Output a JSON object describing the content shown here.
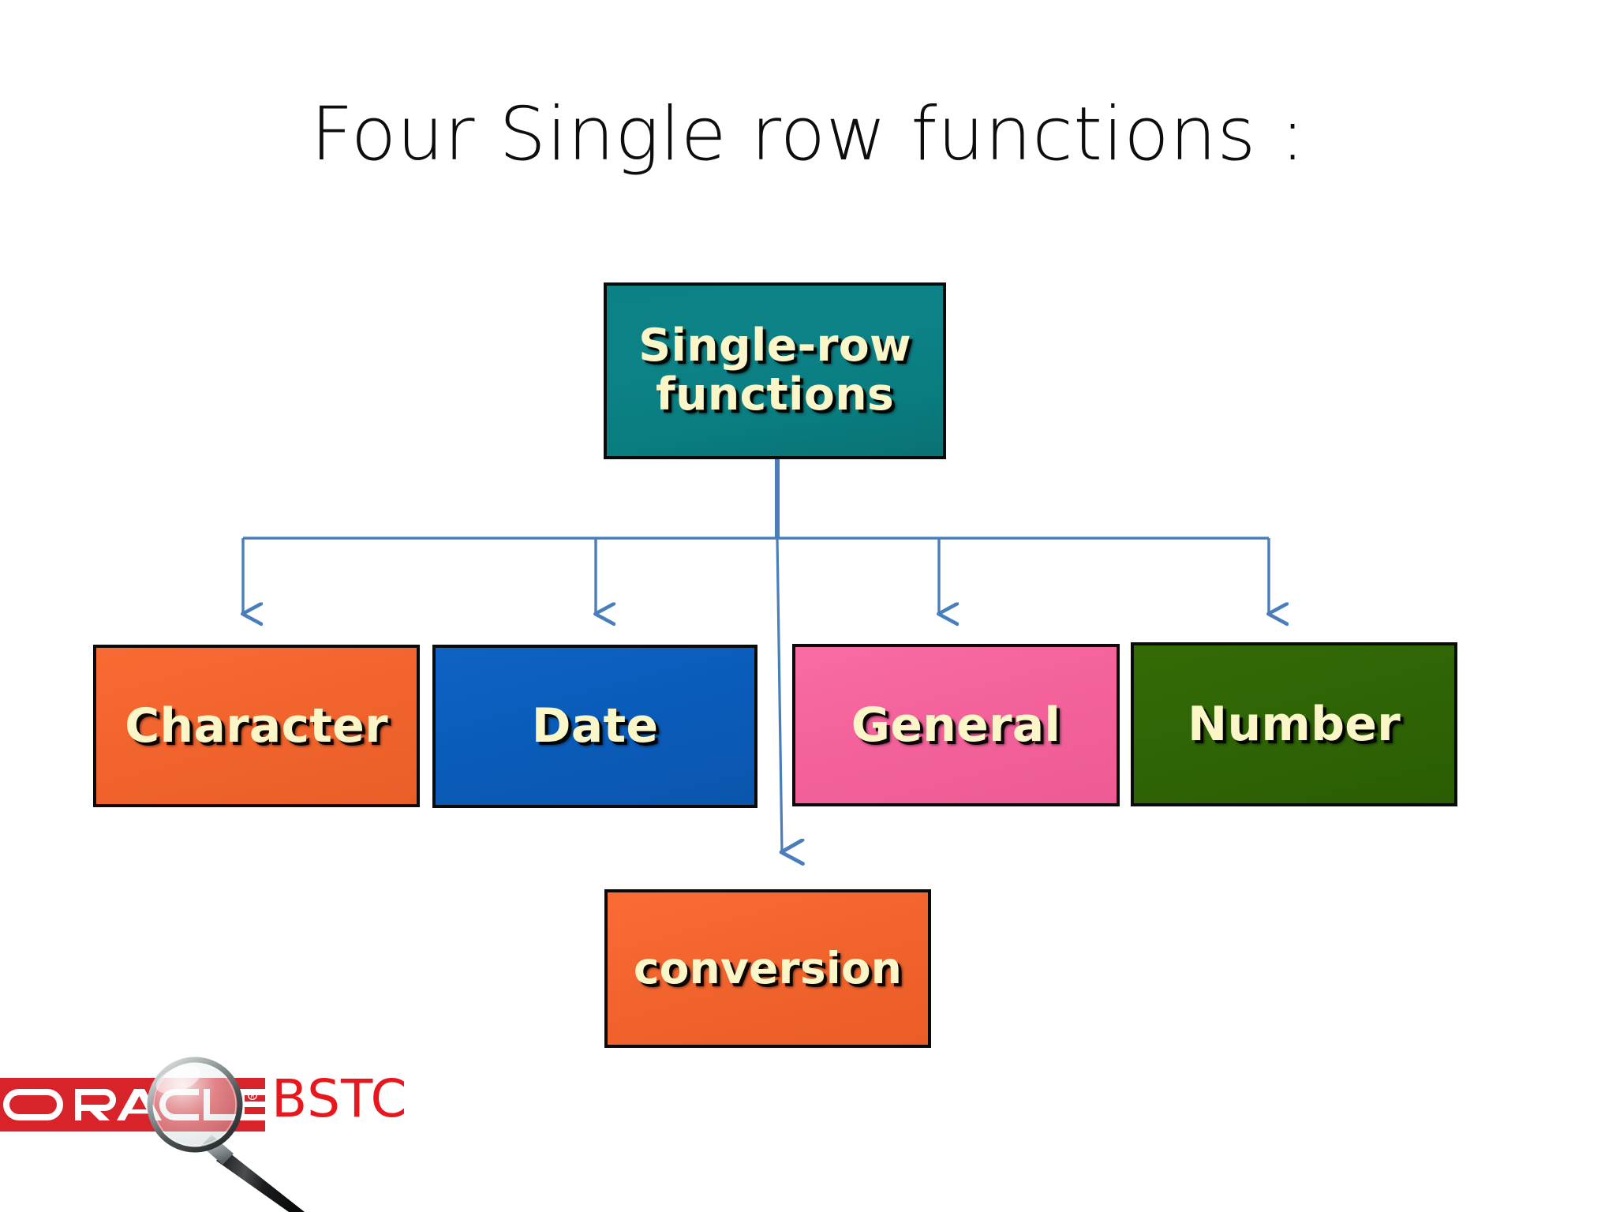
{
  "slide": {
    "title": "Four Single row functions :",
    "background_color": "#ffffff"
  },
  "diagram": {
    "root": {
      "label": "Single-row\nfunctions",
      "line1": "Single-row",
      "line2": "functions",
      "fill_color": "#0d8287",
      "text_color": "#fbf6c8",
      "border_color": "#0a0a0a"
    },
    "children": [
      {
        "label": "Character",
        "fill_color": "#f2642e",
        "text_color": "#fbf6c8",
        "border_color": "#0a0a0a"
      },
      {
        "label": "Date",
        "fill_color": "#0a5cba",
        "text_color": "#fbf6c8",
        "border_color": "#0a0a0a"
      },
      {
        "label": "General",
        "fill_color": "#f4629b",
        "text_color": "#fbf6c8",
        "border_color": "#0a0a0a"
      },
      {
        "label": "Number",
        "fill_color": "#2f6505",
        "text_color": "#fbf6c8",
        "border_color": "#0a0a0a"
      }
    ],
    "extra_child": {
      "label": "conversion",
      "fill_color": "#f2642e",
      "text_color": "#fbf6c8",
      "border_color": "#0a0a0a"
    },
    "connector_color": "#4a7ebb"
  },
  "footer": {
    "oracle_wordmark": "ORACLE",
    "oracle_registered_mark": "®",
    "oracle_banner_color": "#d8232a",
    "bstc_label": "BSTC",
    "bstc_color": "#e8161d",
    "magnifier_icon": "magnifying-glass-icon"
  }
}
